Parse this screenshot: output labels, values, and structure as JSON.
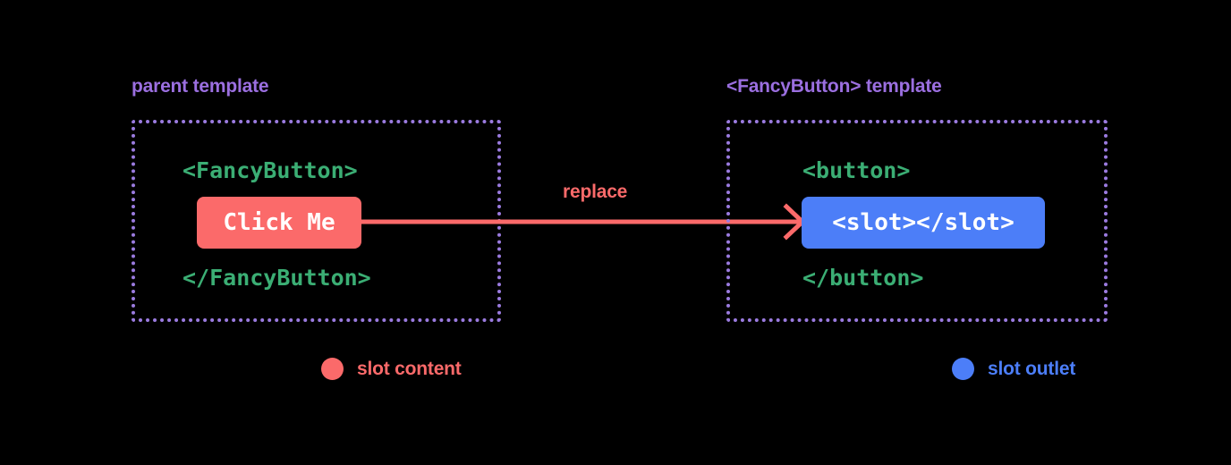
{
  "background_color": "#000000",
  "palette": {
    "code_green": "#3BAE74",
    "label_purple": "#9B6FE0",
    "border_purple": "#9B7BE0",
    "slot_content_red": "#FB6A6A",
    "slot_outlet_blue": "#4C7EF8",
    "chip_text": "#FFFFFF"
  },
  "panels": {
    "parent": {
      "label": "parent template",
      "code_open": "<FancyButton>",
      "chip": "Click Me",
      "code_close": "</FancyButton>"
    },
    "fancy_button": {
      "label": "<FancyButton> template",
      "code_open": "<button>",
      "chip": "<slot></slot>",
      "code_close": "</button>"
    }
  },
  "arrow": {
    "label": "replace",
    "direction": "left-to-right",
    "color": "#FB6A6A"
  },
  "legend": [
    {
      "marker": "dot",
      "color": "#FB6A6A",
      "label": "slot content"
    },
    {
      "marker": "dot",
      "color": "#4C7EF8",
      "label": "slot outlet"
    }
  ]
}
